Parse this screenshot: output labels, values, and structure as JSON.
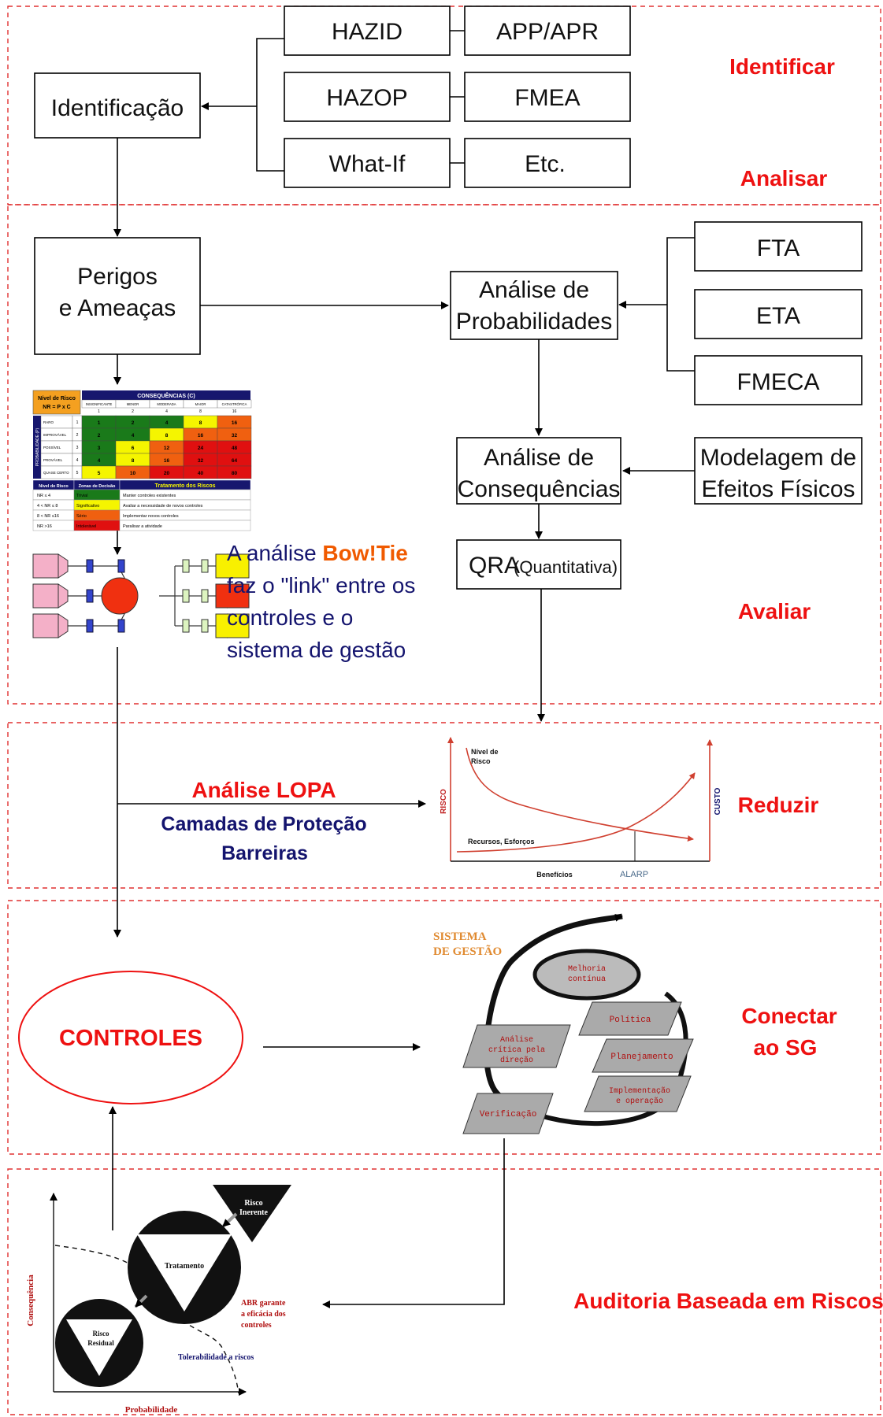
{
  "stages": {
    "identificar": "Identificar",
    "analisar": "Analisar",
    "avaliar": "Avaliar",
    "reduzir": "Reduzir",
    "conectar_1": "Conectar",
    "conectar_2": "ao SG",
    "auditoria": "Auditoria Baseada em Riscos"
  },
  "boxes": {
    "identificacao": "Identificação",
    "hazid": "HAZID",
    "app_apr": "APP/APR",
    "hazop": "HAZOP",
    "fmea": "FMEA",
    "what_if": "What-If",
    "etc": "Etc.",
    "perigos_1": "Perigos",
    "perigos_2": "e Ameaças",
    "analise_prob_1": "Análise de",
    "analise_prob_2": "Probabilidades",
    "fta": "FTA",
    "eta": "ETA",
    "fmeca": "FMECA",
    "analise_cons_1": "Análise de",
    "analise_cons_2": "Consequências",
    "modelagem_1": "Modelagem de",
    "modelagem_2": "Efeitos Físicos",
    "qra": "QRA",
    "qra_sub": "(Quantitativa)"
  },
  "risk_matrix": {
    "nivel_title": "Nível de Risco",
    "nivel_formula": "NR = P x C",
    "conseq_header": "CONSEQUÊNCIAS (C)",
    "prob_header": "PROBABILIDADE (P)",
    "col_labels": [
      "INSIGNIFICANTE",
      "MENOR",
      "MODERADA",
      "MAIOR",
      "CATASTRÓFICA"
    ],
    "col_values": [
      "1",
      "2",
      "4",
      "8",
      "16"
    ],
    "rows": [
      {
        "label": "RARO",
        "p": "1",
        "cells": [
          "1",
          "2",
          "4",
          "8",
          "16"
        ]
      },
      {
        "label": "IMPROVÁVEL",
        "p": "2",
        "cells": [
          "2",
          "4",
          "8",
          "16",
          "32"
        ]
      },
      {
        "label": "POSSÍVEL",
        "p": "3",
        "cells": [
          "3",
          "6",
          "12",
          "24",
          "48"
        ]
      },
      {
        "label": "PROVÁVEL",
        "p": "4",
        "cells": [
          "4",
          "8",
          "16",
          "32",
          "64"
        ]
      },
      {
        "label": "QUASE CERTO",
        "p": "5",
        "cells": [
          "5",
          "10",
          "20",
          "40",
          "80"
        ]
      }
    ],
    "cell_colors": [
      [
        "#1a7a1a",
        "#1a7a1a",
        "#1a7a1a",
        "#f5f500",
        "#f06010"
      ],
      [
        "#1a7a1a",
        "#1a7a1a",
        "#f5f500",
        "#f06010",
        "#f06010"
      ],
      [
        "#1a7a1a",
        "#f5f500",
        "#f06010",
        "#e01010",
        "#e01010"
      ],
      [
        "#1a7a1a",
        "#f5f500",
        "#f06010",
        "#e01010",
        "#e01010"
      ],
      [
        "#f5f500",
        "#f06010",
        "#e01010",
        "#e01010",
        "#e01010"
      ]
    ],
    "decision_headers": [
      "Nível de Risco",
      "Zonas de Decisão",
      "Tratamento dos Riscos"
    ],
    "decision_rows": [
      {
        "nr": "NR ≤ 4",
        "zone": "Trivial",
        "color": "#1a7a1a",
        "action": "Manter controles existentes"
      },
      {
        "nr": "4 < NR ≤ 8",
        "zone": "Significativo",
        "color": "#f5f500",
        "action": "Avaliar a necessidade de novos controles"
      },
      {
        "nr": "8 < NR ≤16",
        "zone": "Sério",
        "color": "#f06010",
        "action": "Implementar novos controles"
      },
      {
        "nr": "NR >16",
        "zone": "Intolerável",
        "color": "#e01010",
        "action": "Paralisar a atividade"
      }
    ]
  },
  "bowtie_text": {
    "line1_prefix": "A análise ",
    "line1_highlight": "Bow!Tie",
    "line2": "faz o \"link\" entre os",
    "line3": "controles e o",
    "line4": "sistema de gestão"
  },
  "lopa": {
    "title": "Análise LOPA",
    "line2": "Camadas de Proteção",
    "line3": "Barreiras"
  },
  "alarp_chart": {
    "nivel_label_1": "Nível de",
    "nivel_label_2": "Risco",
    "risco_axis": "RISCO",
    "custo_axis": "CUSTO",
    "recursos_label": "Recursos, Esforços",
    "beneficios": "Benefícios",
    "alarp": "ALARP"
  },
  "controles": "CONTROLES",
  "sg_cycle": {
    "title_1": "SISTEMA",
    "title_2": "DE GESTÃO",
    "melhoria_1": "Melhoria",
    "melhoria_2": "contínua",
    "politica": "Política",
    "planejamento": "Planejamento",
    "implementacao_1": "Implementação",
    "implementacao_2": "e operação",
    "verificacao": "Verificação",
    "analise_1": "Análise",
    "analise_2": "crítica pela",
    "analise_3": "direção"
  },
  "residual_chart": {
    "risco_inerente_1": "Risco",
    "risco_inerente_2": "Inerente",
    "tratamento": "Tratamento",
    "risco_residual_1": "Risco",
    "risco_residual_2": "Residual",
    "abr_1": "ABR garante",
    "abr_2": "a eficácia dos",
    "abr_3": "controles",
    "tolerabilidade": "Tolerabilidade a riscos",
    "consequencia": "Consequência",
    "probabilidade": "Probabilidade"
  },
  "colors": {
    "stage_red": "#ee1111",
    "navy": "#14146e",
    "orange": "#f05a00",
    "sg_orange": "#e08a30"
  }
}
